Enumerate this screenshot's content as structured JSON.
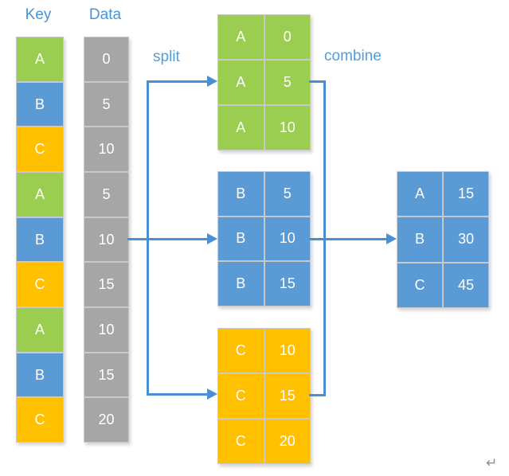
{
  "palette": {
    "key_a_green": "#9acd50",
    "key_b_blue": "#5b9bd5",
    "key_c_yellow": "#ffc000",
    "data_gray": "#a6a6a6",
    "connector_blue": "#4a8ed4",
    "label_blue": "#4793d9"
  },
  "headers": {
    "key": "Key",
    "data": "Data"
  },
  "labels": {
    "split": "split",
    "combine": "combine",
    "return_mark": "↵"
  },
  "key_column": {
    "cells": [
      "A",
      "B",
      "C",
      "A",
      "B",
      "C",
      "A",
      "B",
      "C"
    ]
  },
  "data_column": {
    "cells": [
      "0",
      "5",
      "10",
      "5",
      "10",
      "15",
      "10",
      "15",
      "20"
    ]
  },
  "groups": [
    {
      "key": "A",
      "rows": [
        {
          "key": "A",
          "value": "0"
        },
        {
          "key": "A",
          "value": "5"
        },
        {
          "key": "A",
          "value": "10"
        }
      ]
    },
    {
      "key": "B",
      "rows": [
        {
          "key": "B",
          "value": "5"
        },
        {
          "key": "B",
          "value": "10"
        },
        {
          "key": "B",
          "value": "15"
        }
      ]
    },
    {
      "key": "C",
      "rows": [
        {
          "key": "C",
          "value": "10"
        },
        {
          "key": "C",
          "value": "15"
        },
        {
          "key": "C",
          "value": "20"
        }
      ]
    }
  ],
  "result": {
    "rows": [
      {
        "key": "A",
        "value": "15"
      },
      {
        "key": "B",
        "value": "30"
      },
      {
        "key": "C",
        "value": "45"
      }
    ]
  }
}
